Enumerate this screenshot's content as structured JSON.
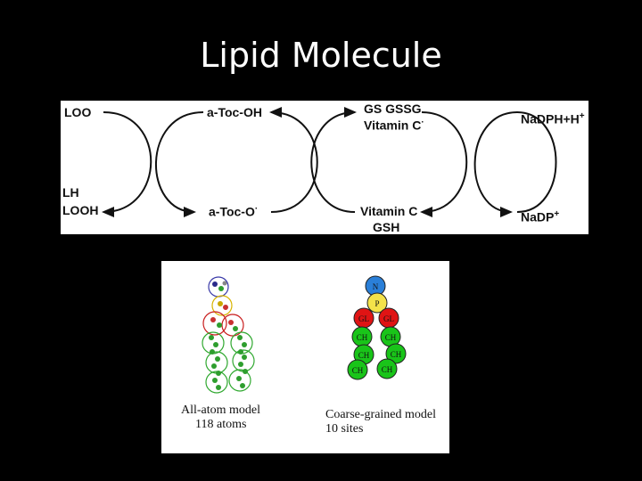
{
  "slide": {
    "title": "Lipid Molecule"
  },
  "cycle_diagram": {
    "labels": {
      "loo": "LOO",
      "lh": "LH",
      "looh": "LOOH",
      "toc_oh": "a-Toc-OH",
      "toc_o": "a-Toc-O",
      "gs_gssg": "GS GSSG",
      "vitc_top": "Vitamin C",
      "vitc_bottom": "Vitamin C",
      "gsh": "GSH",
      "nadph": "NaDPH+H",
      "nadp": "NaDP"
    },
    "superscripts": {
      "radical": "·",
      "plus": "+"
    }
  },
  "models": {
    "all_atom": {
      "line1": "All-atom model",
      "line2": "118 atoms"
    },
    "coarse": {
      "line1": "Coarse-grained model",
      "line2": "10 sites",
      "beads": {
        "n": "N",
        "p": "P",
        "gl": "GL",
        "ch": "CH"
      }
    }
  }
}
